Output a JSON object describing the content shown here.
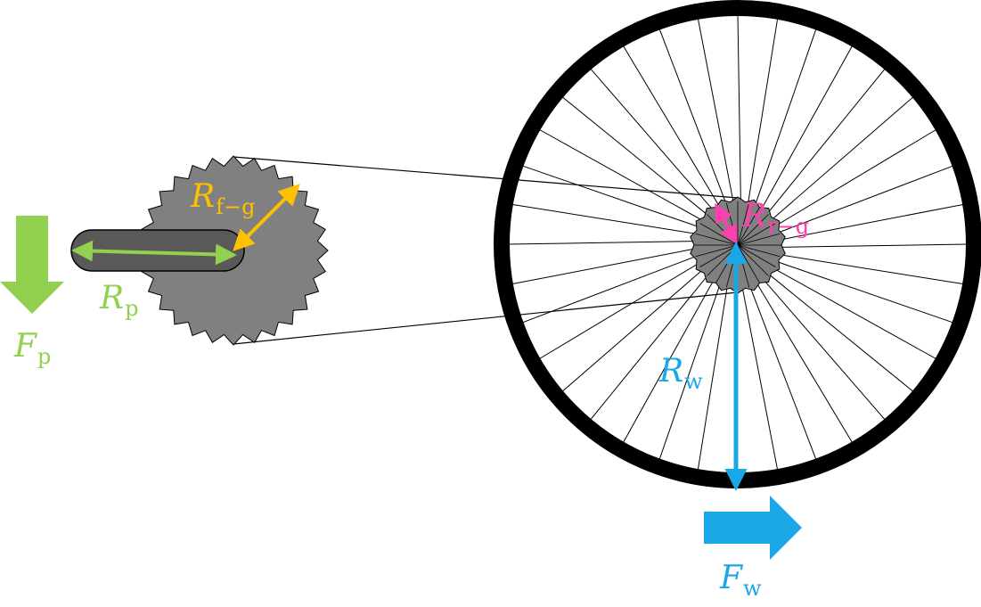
{
  "labels": {
    "pedal_force": {
      "symbol": "F",
      "subscript": "p"
    },
    "pedal_radius": {
      "symbol": "R",
      "subscript": "p"
    },
    "front_gear_radius": {
      "symbol": "R",
      "subscript": "f−g"
    },
    "rear_gear_radius": {
      "symbol": "R",
      "subscript": "r−g"
    },
    "wheel_radius": {
      "symbol": "R",
      "subscript": "w"
    },
    "wheel_force": {
      "symbol": "F",
      "subscript": "w"
    }
  },
  "colors": {
    "pedal": "#92d050",
    "front_gear": "#ffc000",
    "rear_gear": "#ff3fb0",
    "wheel": "#1aa7e6",
    "gear_fill": "#808080",
    "crank_fill": "#595959",
    "tire": "#000000"
  },
  "wheel": {
    "spoke_count": 36,
    "front_gear_teeth": 28,
    "rear_gear_teeth": 18
  }
}
